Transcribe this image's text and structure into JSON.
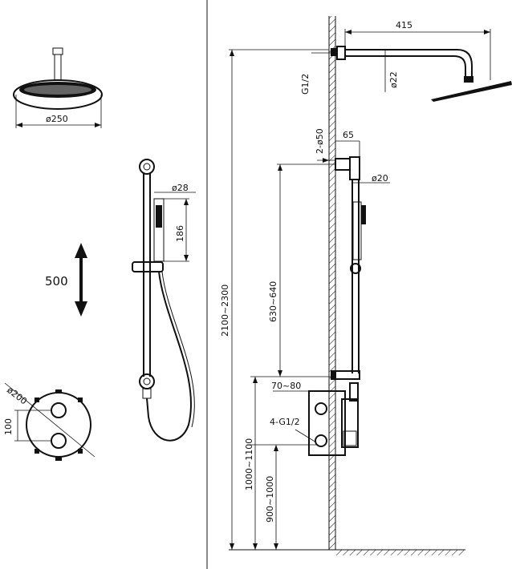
{
  "labels": {
    "head_diameter": "ø250",
    "handshower_dia": "ø28",
    "handshower_len": "186",
    "slide_travel": "500",
    "mixer_plate_dia": "ø200",
    "mixer_spacing": "100",
    "arm_length": "415",
    "arm_thread": "G1/2",
    "arm_tube": "ø22",
    "flange": "2-ø50",
    "wall_offset": "65",
    "rail_tube": "ø20",
    "total_height": "2100~2300",
    "bracket_height": "630~640",
    "mixer_depth": "70~80",
    "inlets": "4-G1/2",
    "outlet_height": "1000~1100",
    "mixer_height": "900~1000"
  },
  "colors": {
    "line": "#111111",
    "background": "#ffffff"
  }
}
